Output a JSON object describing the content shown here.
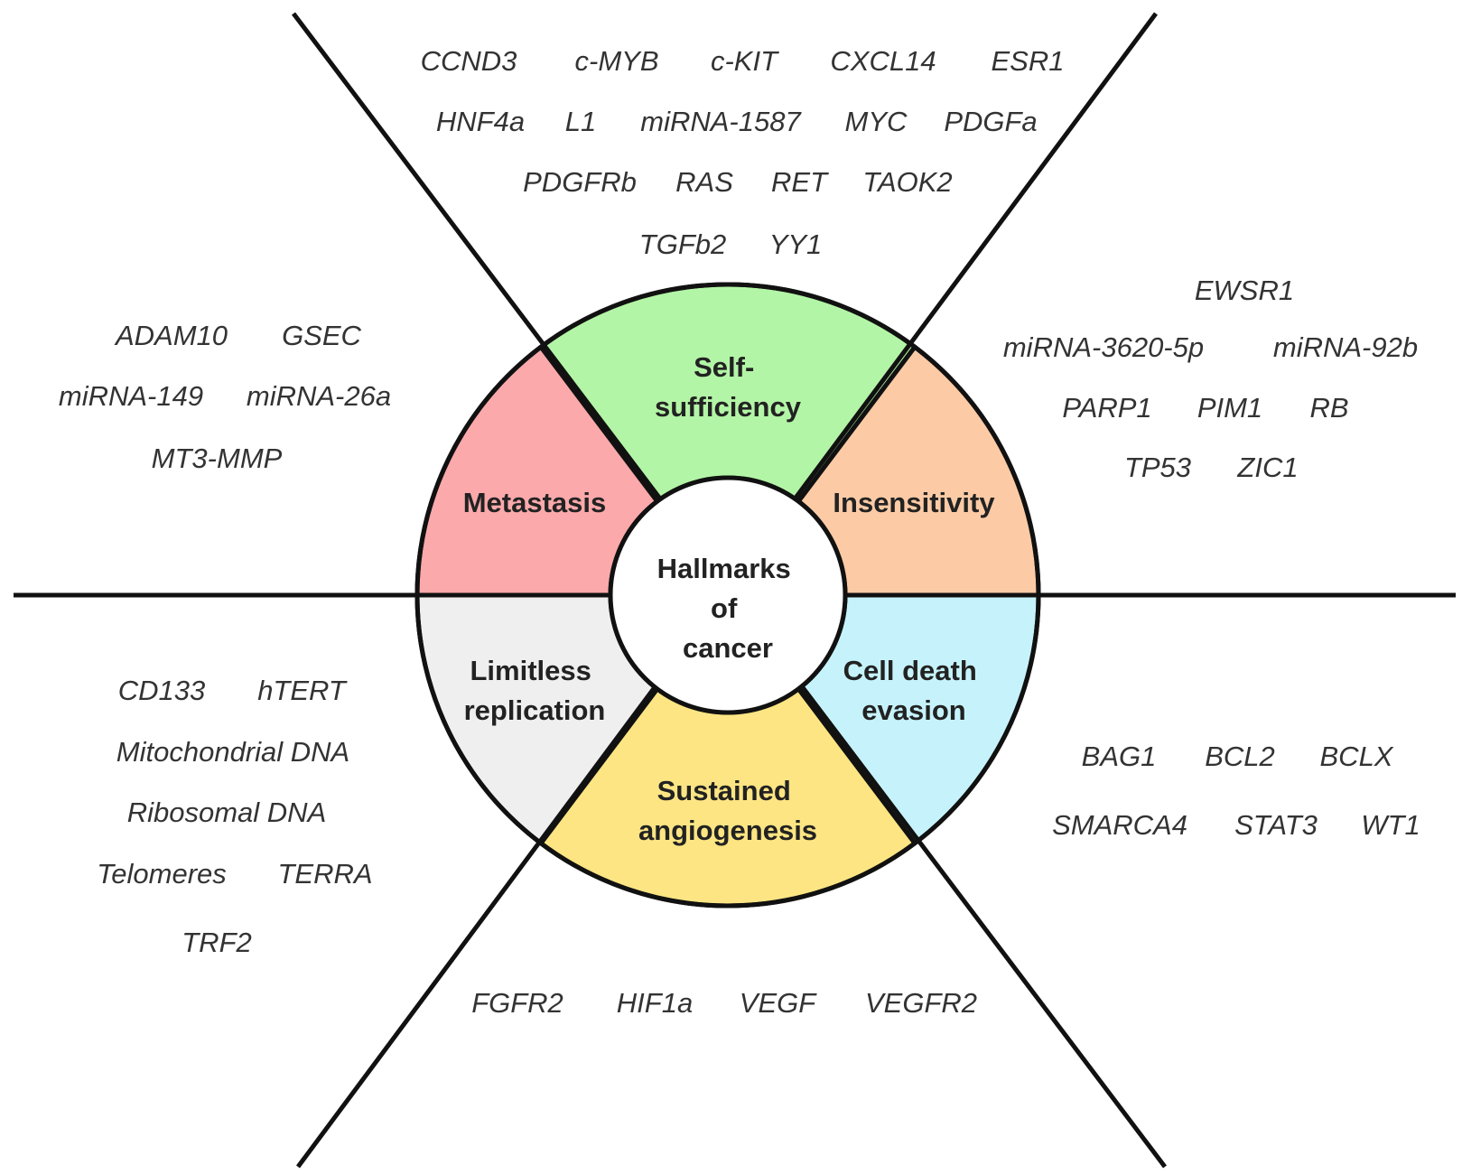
{
  "center": {
    "lines": [
      "Hallmarks",
      "of",
      "cancer"
    ]
  },
  "segments": [
    {
      "id": "self-sufficiency",
      "lines": [
        "Self-",
        "sufficiency"
      ],
      "color": "#b3f5a6"
    },
    {
      "id": "insensitivity",
      "lines": [
        "Insensitivity"
      ],
      "color": "#fccba6"
    },
    {
      "id": "cell-death-evasion",
      "lines": [
        "Cell death",
        "evasion"
      ],
      "color": "#c6f3fb"
    },
    {
      "id": "sustained-angiogenesis",
      "lines": [
        "Sustained",
        "angiogenesis"
      ],
      "color": "#fde583"
    },
    {
      "id": "limitless-replication",
      "lines": [
        "Limitless",
        "replication"
      ],
      "color": "#efefef"
    },
    {
      "id": "metastasis",
      "lines": [
        "Metastasis"
      ],
      "color": "#fba9ab"
    }
  ],
  "gene_groups": {
    "self_sufficiency": [
      [
        "CCND3",
        "c-MYB",
        "c-KIT",
        "CXCL14",
        "ESR1"
      ],
      [
        "HNF4a",
        "L1",
        "miRNA-1587",
        "MYC",
        "PDGFa"
      ],
      [
        "PDGFRb",
        "RAS",
        "RET",
        "TAOK2"
      ],
      [
        "TGFb2",
        "YY1"
      ]
    ],
    "insensitivity": [
      [
        "EWSR1"
      ],
      [
        "miRNA-3620-5p",
        "miRNA-92b"
      ],
      [
        "PARP1",
        "PIM1",
        "RB"
      ],
      [
        "TP53",
        "ZIC1"
      ]
    ],
    "cell_death_evasion": [
      [
        "BAG1",
        "BCL2",
        "BCLX"
      ],
      [
        "SMARCA4",
        "STAT3",
        "WT1"
      ]
    ],
    "sustained_angiogenesis": [
      [
        "FGFR2",
        "HIF1a",
        "VEGF",
        "VEGFR2"
      ]
    ],
    "limitless_replication": [
      [
        "CD133",
        "hTERT"
      ],
      [
        "Mitochondrial DNA"
      ],
      [
        "Ribosomal DNA"
      ],
      [
        "Telomeres",
        "TERRA"
      ],
      [
        "TRF2"
      ]
    ],
    "metastasis": [
      [
        "ADAM10",
        "GSEC"
      ],
      [
        "miRNA-149",
        "miRNA-26a"
      ],
      [
        "MT3-MMP"
      ]
    ]
  }
}
